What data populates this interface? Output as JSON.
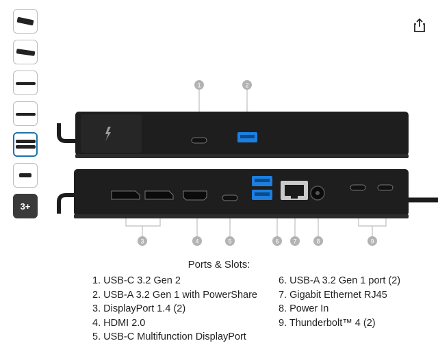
{
  "thumbnails": {
    "more_label": "3+"
  },
  "callouts": [
    "1",
    "2",
    "3",
    "4",
    "5",
    "6",
    "7",
    "8",
    "9"
  ],
  "caption": {
    "title": "Ports & Slots:",
    "left": [
      "1. USB-C 3.2 Gen 2",
      "2. USB-A 3.2 Gen 1 with PowerShare",
      "3. DisplayPort 1.4 (2)",
      "4. HDMI 2.0",
      "5. USB-C Multifunction DisplayPort"
    ],
    "right": [
      "6. USB-A 3.2 Gen 1 port (2)",
      "7. Gigabit Ethernet RJ45",
      "8. Power In",
      "9. Thunderbolt™ 4 (2)"
    ]
  }
}
